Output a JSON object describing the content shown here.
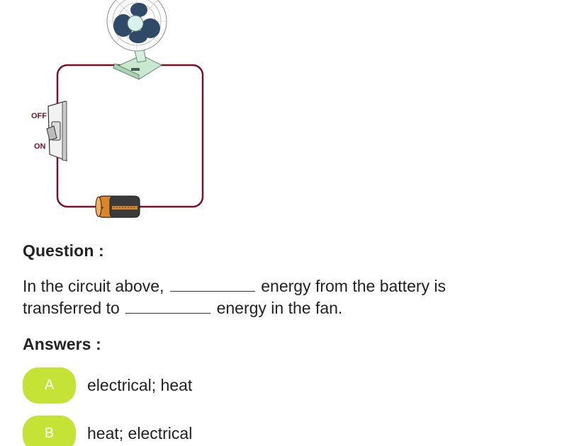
{
  "figure": {
    "switch_off_label": "OFF",
    "switch_on_label": "ON"
  },
  "question": {
    "heading": "Question :",
    "text_part1": "In the circuit above, ",
    "text_part2": " energy from the battery is transferred to ",
    "text_part3": " energy in the fan."
  },
  "answers": {
    "heading": "Answers :",
    "options": [
      {
        "letter": "A",
        "text": "electrical; heat"
      },
      {
        "letter": "B",
        "text": "heat; electrical"
      }
    ]
  },
  "colors": {
    "wire": "#7a1025",
    "pill": "#c5e336",
    "fan_blade": "#2f4a66",
    "fan_base": "#c8e8d0",
    "battery_body": "#d9862a"
  }
}
